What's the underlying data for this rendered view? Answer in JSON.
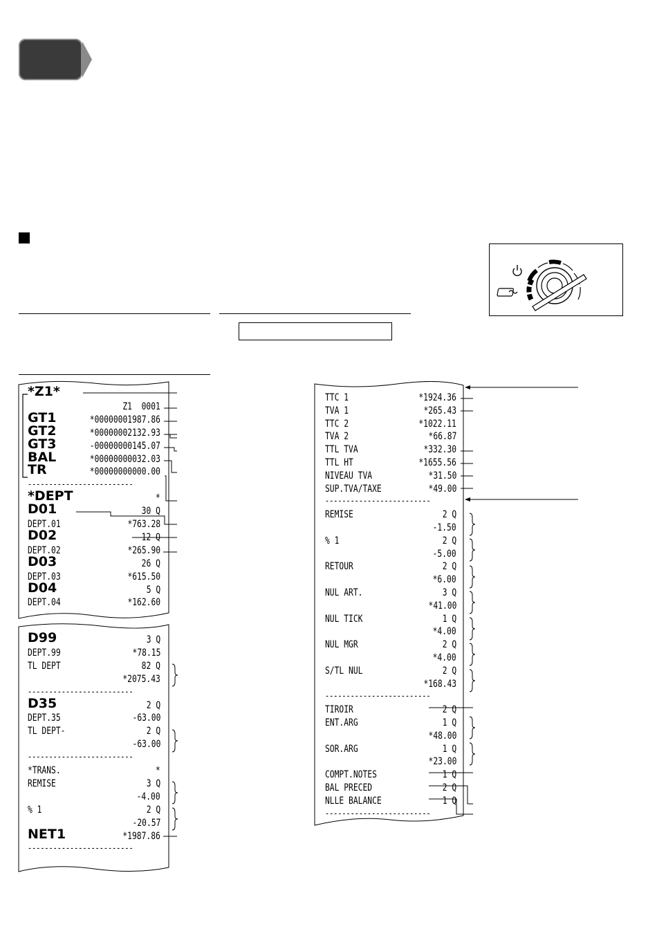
{
  "mode_dial": {
    "icon": "power-icon"
  },
  "receipt_left_top": {
    "lines": [
      {
        "label": "*Z1*",
        "value": "",
        "style": "big"
      },
      {
        "label": "",
        "value": "Z1  0001",
        "style": "normal"
      },
      {
        "label": "GT1",
        "value": "*00000001987.86",
        "style": "big"
      },
      {
        "label": "GT2",
        "value": "*00000002132.93",
        "style": "big"
      },
      {
        "label": "GT3",
        "value": "-00000000145.07",
        "style": "big"
      },
      {
        "label": "BAL",
        "value": "*00000000032.03",
        "style": "big"
      },
      {
        "label": "TR",
        "value": "*00000000000.00",
        "style": "big"
      },
      {
        "label": "-------------------------",
        "value": "",
        "style": "sep"
      },
      {
        "label": "*DEPT",
        "value": "*",
        "style": "big"
      },
      {
        "label": "D01",
        "value": "30 Q",
        "style": "big"
      },
      {
        "label": "DEPT.01",
        "value": "*763.28",
        "style": "normal"
      },
      {
        "label": "D02",
        "value": "12 Q",
        "style": "big"
      },
      {
        "label": "DEPT.02",
        "value": "*265.90",
        "style": "normal"
      },
      {
        "label": "D03",
        "value": "26 Q",
        "style": "big"
      },
      {
        "label": "DEPT.03",
        "value": "*615.50",
        "style": "normal"
      },
      {
        "label": "D04",
        "value": "5 Q",
        "style": "big"
      },
      {
        "label": "DEPT.04",
        "value": "*162.60",
        "style": "normal"
      }
    ]
  },
  "receipt_left_bottom": {
    "lines": [
      {
        "label": "D99",
        "value": "3 Q",
        "style": "big"
      },
      {
        "label": "DEPT.99",
        "value": "*78.15",
        "style": "normal"
      },
      {
        "label": "TL DEPT",
        "value": "82 Q",
        "style": "normal"
      },
      {
        "label": "",
        "value": "*2075.43",
        "style": "normal"
      },
      {
        "label": "-------------------------",
        "value": "",
        "style": "sep"
      },
      {
        "label": "D35",
        "value": "2 Q",
        "style": "big"
      },
      {
        "label": "DEPT.35",
        "value": "-63.00",
        "style": "normal"
      },
      {
        "label": "TL DEPT-",
        "value": "2 Q",
        "style": "normal"
      },
      {
        "label": "",
        "value": "-63.00",
        "style": "normal"
      },
      {
        "label": "-------------------------",
        "value": "",
        "style": "sep"
      },
      {
        "label": "*TRANS.",
        "value": "*",
        "style": "normal"
      },
      {
        "label": "REMISE",
        "value": "3 Q",
        "style": "normal"
      },
      {
        "label": "",
        "value": "-4.00",
        "style": "normal"
      },
      {
        "label": "% 1",
        "value": "2 Q",
        "style": "normal"
      },
      {
        "label": "",
        "value": "-20.57",
        "style": "normal"
      },
      {
        "label": "NET1",
        "value": "*1987.86",
        "style": "big"
      },
      {
        "label": "-------------------------",
        "value": "",
        "style": "sep"
      }
    ]
  },
  "receipt_right": {
    "lines": [
      {
        "label": "TTC 1",
        "value": "*1924.36",
        "style": "normal"
      },
      {
        "label": "TVA 1",
        "value": "*265.43",
        "style": "normal"
      },
      {
        "label": "TTC 2",
        "value": "*1022.11",
        "style": "normal"
      },
      {
        "label": "TVA 2",
        "value": "*66.87",
        "style": "normal"
      },
      {
        "label": "TTL TVA",
        "value": "*332.30",
        "style": "normal"
      },
      {
        "label": "TTL HT",
        "value": "*1655.56",
        "style": "normal"
      },
      {
        "label": "NIVEAU TVA",
        "value": "*31.50",
        "style": "normal"
      },
      {
        "label": "SUP.TVA/TAXE",
        "value": "*49.00",
        "style": "normal"
      },
      {
        "label": "-------------------------",
        "value": "",
        "style": "sep"
      },
      {
        "label": "REMISE",
        "value": "2 Q",
        "style": "normal"
      },
      {
        "label": "",
        "value": "-1.50",
        "style": "normal"
      },
      {
        "label": "% 1",
        "value": "2 Q",
        "style": "normal"
      },
      {
        "label": "",
        "value": "-5.00",
        "style": "normal"
      },
      {
        "label": "RETOUR",
        "value": "2 Q",
        "style": "normal"
      },
      {
        "label": "",
        "value": "*6.00",
        "style": "normal"
      },
      {
        "label": "NUL ART.",
        "value": "3 Q",
        "style": "normal"
      },
      {
        "label": "",
        "value": "*41.00",
        "style": "normal"
      },
      {
        "label": "NUL TICK",
        "value": "1 Q",
        "style": "normal"
      },
      {
        "label": "",
        "value": "*4.00",
        "style": "normal"
      },
      {
        "label": "NUL MGR",
        "value": "2 Q",
        "style": "normal"
      },
      {
        "label": "",
        "value": "*4.00",
        "style": "normal"
      },
      {
        "label": "S/TL NUL",
        "value": "2 Q",
        "style": "normal"
      },
      {
        "label": "",
        "value": "*168.43",
        "style": "normal"
      },
      {
        "label": "-------------------------",
        "value": "",
        "style": "sep"
      },
      {
        "label": "TIROIR",
        "value": "2 Q",
        "style": "normal"
      },
      {
        "label": "ENT.ARG",
        "value": "1 Q",
        "style": "normal"
      },
      {
        "label": "",
        "value": "*48.00",
        "style": "normal"
      },
      {
        "label": "SOR.ARG",
        "value": "1 Q",
        "style": "normal"
      },
      {
        "label": "",
        "value": "*23.00",
        "style": "normal"
      },
      {
        "label": "COMPT.NOTES",
        "value": "1 Q",
        "style": "normal"
      },
      {
        "label": "BAL PRECED",
        "value": "2 Q",
        "style": "normal"
      },
      {
        "label": "NLLE BALANCE",
        "value": "1 Q",
        "style": "normal"
      },
      {
        "label": "-------------------------",
        "value": "",
        "style": "sep"
      }
    ]
  }
}
